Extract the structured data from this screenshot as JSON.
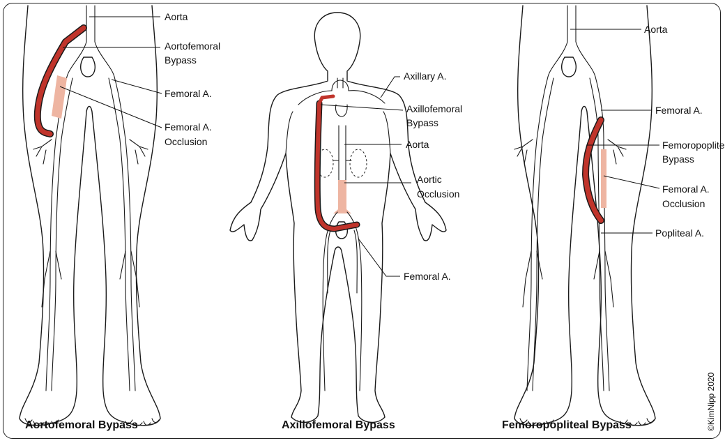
{
  "colors": {
    "graft": "#c0342b",
    "occlusion": "#eeb5a2",
    "outline": "#1a1a1a"
  },
  "panels": [
    {
      "caption": "Aortofemoral Bypass",
      "labels": [
        "Aorta",
        "Aortofemoral",
        "Bypass",
        "Femoral A.",
        "Femoral A.",
        "Occlusion"
      ]
    },
    {
      "caption": "Axillofemoral Bypass",
      "labels": [
        "Axillary A.",
        "Axillofemoral",
        "Bypass",
        "Aorta",
        "Aortic",
        "Occlusion",
        "Femoral A."
      ]
    },
    {
      "caption": "Femoropopliteal Bypass",
      "labels": [
        "Aorta",
        "Femoral A.",
        "Femoropopliteal",
        "Bypass",
        "Femoral A.",
        "Occlusion",
        "Popliteal A."
      ]
    }
  ],
  "credit": "©KimNipp 2020"
}
